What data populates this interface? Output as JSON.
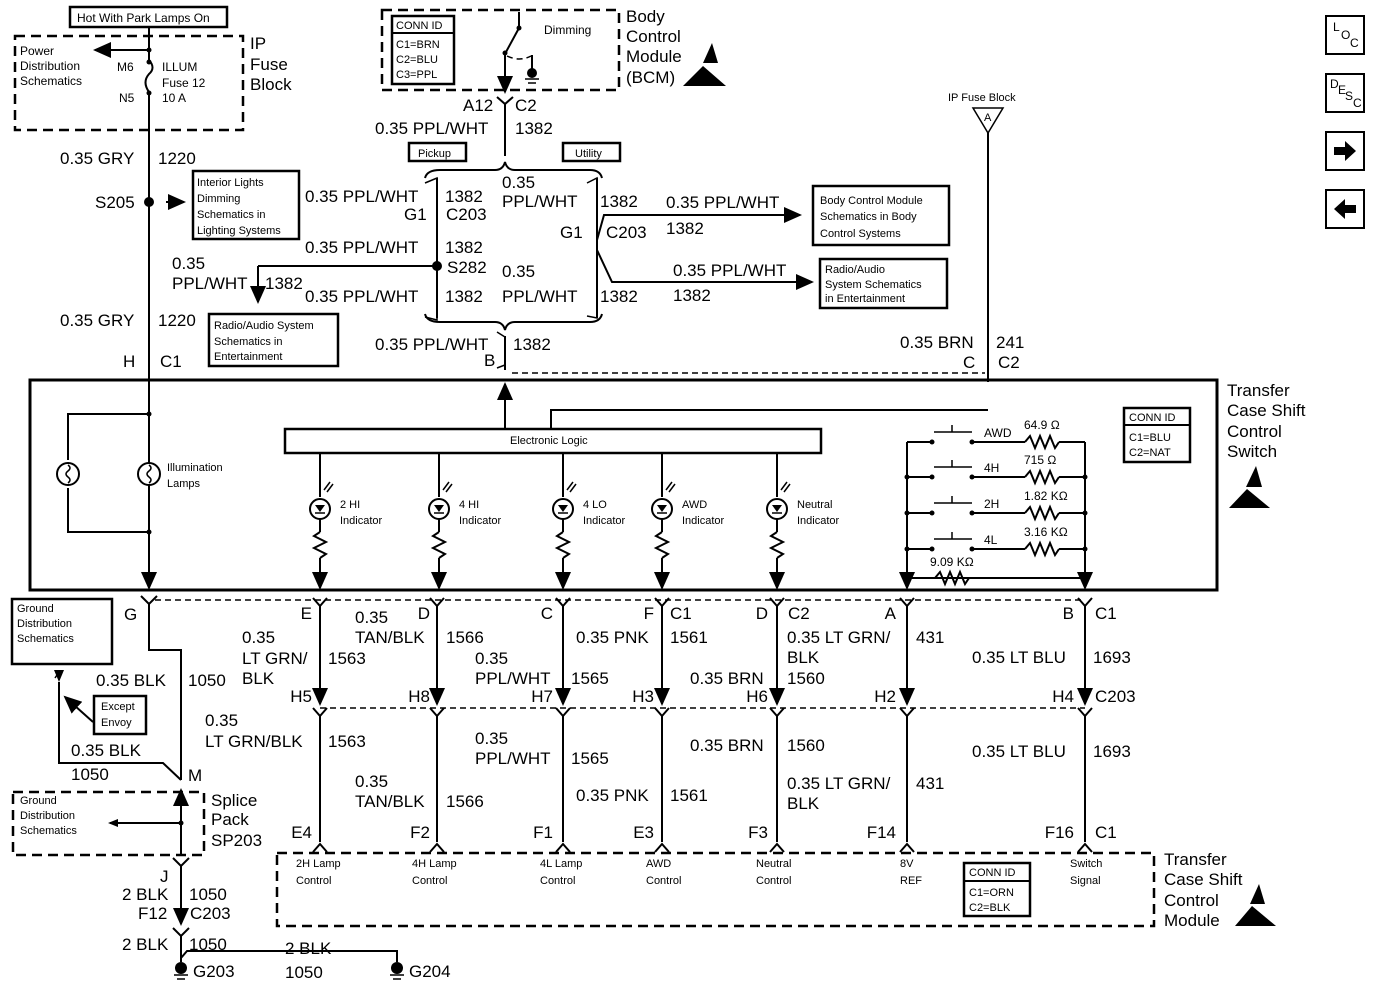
{
  "nav_buttons": {
    "loc": [
      "L",
      "O",
      "C"
    ],
    "desc": [
      "D",
      "E",
      "S",
      "C"
    ],
    "next_icon": "right-arrow-icon",
    "prev_icon": "left-arrow-icon"
  },
  "top_left": {
    "hot_label": "Hot With Park Lamps On",
    "power_dist": [
      "Power",
      "Distribution",
      "Schematics"
    ],
    "fuse_pins": [
      "M6",
      "N5"
    ],
    "fuse_label": [
      "ILLUM",
      "Fuse 12",
      "10 A"
    ],
    "ip_fuse_block": [
      "IP",
      "Fuse",
      "Block"
    ],
    "wire_gry_top": {
      "gauge": "0.35 GRY",
      "circuit": "1220"
    },
    "splice": "S205",
    "interior_lights_ref": [
      "Interior Lights",
      "Dimming",
      "Schematics in",
      "Lighting Systems"
    ],
    "wire_gry_bottom": {
      "gauge": "0.35 GRY",
      "circuit": "1220"
    },
    "conn_h": "H",
    "conn_c1": "C1"
  },
  "bcm": {
    "conn_id_title": "CONN ID",
    "conn_ids": [
      "C1=BRN",
      "C2=BLU",
      "C3=PPL"
    ],
    "dimming": "Dimming",
    "title": [
      "Body",
      "Control",
      "Module",
      "(BCM)"
    ],
    "pin": "A12",
    "conn": "C2",
    "wire": "0.35 PPL/WHT",
    "circuit": "1382",
    "pickup": "Pickup",
    "utility": "Utility"
  },
  "middle_wires": {
    "pickup_top": {
      "gauge": "0.35 PPL/WHT",
      "circuit": "1382",
      "pin": "G1",
      "conn": "C203"
    },
    "pickup_mid": {
      "gauge": "0.35 PPL/WHT",
      "circuit": "1382"
    },
    "splice": "S282",
    "pickup_bottom": {
      "gauge": "0.35 PPL/WHT",
      "circuit": "1382"
    },
    "radio_left_wire": {
      "gauge_line1": "0.35",
      "gauge_line2": "PPL/WHT",
      "circuit": "1382"
    },
    "radio_left_ref": [
      "Radio/Audio System",
      "Schematics in",
      "Entertainment"
    ],
    "utility_top": {
      "gauge_line1": "0.35",
      "gauge_line2": "PPL/WHT",
      "circuit": "1382",
      "pin": "G1",
      "conn": "C203"
    },
    "utility_bottom": {
      "gauge_line1": "0.35",
      "gauge_line2": "PPL/WHT",
      "circuit": "1382"
    },
    "bcm_ref_wire": {
      "gauge": "0.35 PPL/WHT",
      "circuit": "1382"
    },
    "bcm_ref": [
      "Body Control Module",
      "Schematics in Body",
      "Control Systems"
    ],
    "radio_right_wire": {
      "gauge": "0.35 PPL/WHT",
      "circuit": "1382"
    },
    "radio_right_ref": [
      "Radio/Audio",
      "System Schematics",
      "in Entertainment"
    ],
    "switch_input": {
      "gauge": "0.35 PPL/WHT",
      "circuit": "1382",
      "pin": "B"
    },
    "ip_fuse_block_ref": "IP Fuse Block",
    "ip_fuse_letter": "A",
    "brn_wire": {
      "gauge": "0.35 BRN",
      "circuit": "241",
      "pin": "C",
      "conn": "C2"
    }
  },
  "switch_module": {
    "title": [
      "Transfer",
      "Case Shift",
      "Control",
      "Switch"
    ],
    "illumination": [
      "Illumination",
      "Lamps"
    ],
    "electronic_logic": "Electronic Logic",
    "indicators": [
      [
        "2 HI",
        "Indicator"
      ],
      [
        "4 HI",
        "Indicator"
      ],
      [
        "4 LO",
        "Indicator"
      ],
      [
        "AWD",
        "Indicator"
      ],
      [
        "Neutral",
        "Indicator"
      ]
    ],
    "switches": [
      {
        "label": "AWD",
        "resistance": "64.9 Ω"
      },
      {
        "label": "4H",
        "resistance": "715 Ω"
      },
      {
        "label": "2H",
        "resistance": "1.82 KΩ"
      },
      {
        "label": "4L",
        "resistance": "3.16 KΩ"
      }
    ],
    "bottom_resistor": "9.09 KΩ",
    "conn_id_title": "CONN ID",
    "conn_ids": [
      "C1=BLU",
      "C2=NAT"
    ]
  },
  "ground": {
    "pin_g": "G",
    "ground_dist_ref": [
      "Ground",
      "Distribution",
      "Schematics"
    ],
    "wire_a": {
      "gauge": "0.35 BLK",
      "circuit": "1050"
    },
    "except_envoy": [
      "Except",
      "Envoy"
    ],
    "wire_b": {
      "gauge": "0.35 BLK",
      "circuit": "1050"
    },
    "pin_m": "M",
    "splice_ground_ref": [
      "Ground",
      "Distribution",
      "Schematics"
    ],
    "splice_pack": [
      "Splice",
      "Pack",
      "SP203"
    ],
    "pin_j": "J",
    "wire_c": {
      "gauge": "2 BLK",
      "circuit": "1050",
      "pin": "F12",
      "conn": "C203"
    },
    "wire_d": {
      "gauge": "2 BLK",
      "circuit": "1050"
    },
    "wire_e": {
      "gauge": "2 BLK",
      "circuit": "1050"
    },
    "g203": "G203",
    "g204": "G204"
  },
  "harness_top_pins": [
    "E",
    "D",
    "C",
    "F",
    "C1",
    "D",
    "C2",
    "A",
    "B",
    "C1"
  ],
  "harness_mid_pins": [
    "H5",
    "H8",
    "H7",
    "H3",
    "H6",
    "H2",
    "H4",
    "C203"
  ],
  "harness_bottom_pins": [
    "E4",
    "F2",
    "F1",
    "E3",
    "F3",
    "F14",
    "F16",
    "C1"
  ],
  "harness_upper_wires": [
    {
      "gauge": [
        "0.35",
        "LT GRN/",
        "BLK"
      ],
      "circuit": "1563"
    },
    {
      "gauge": [
        "0.35",
        "TAN/BLK"
      ],
      "circuit": "1566"
    },
    {
      "gauge": [
        "0.35",
        "PPL/WHT"
      ],
      "circuit": "1565"
    },
    {
      "gauge": [
        "0.35 PNK"
      ],
      "circuit": "1561"
    },
    {
      "gauge": [
        "0.35 BRN"
      ],
      "circuit": "1560"
    },
    {
      "gauge": [
        "0.35 LT GRN/",
        "BLK"
      ],
      "circuit": "431"
    },
    {
      "gauge": [
        "0.35 LT BLU"
      ],
      "circuit": "1693"
    }
  ],
  "harness_lower_wires": [
    {
      "gauge": [
        "0.35",
        "LT GRN/BLK"
      ],
      "circuit": "1563"
    },
    {
      "gauge": [
        "0.35",
        "TAN/BLK"
      ],
      "circuit": "1566"
    },
    {
      "gauge": [
        "0.35",
        "PPL/WHT"
      ],
      "circuit": "1565"
    },
    {
      "gauge": [
        "0.35 PNK"
      ],
      "circuit": "1561"
    },
    {
      "gauge": [
        "0.35 BRN"
      ],
      "circuit": "1560"
    },
    {
      "gauge": [
        "0.35 LT GRN/",
        "BLK"
      ],
      "circuit": "431"
    },
    {
      "gauge": [
        "0.35 LT BLU"
      ],
      "circuit": "1693"
    }
  ],
  "control_module": {
    "functions": [
      [
        "2H Lamp",
        "Control"
      ],
      [
        "4H Lamp",
        "Control"
      ],
      [
        "4L Lamp",
        "Control"
      ],
      [
        "AWD",
        "Control"
      ],
      [
        "Neutral",
        "Control"
      ],
      [
        "8V",
        "REF"
      ],
      [
        "Switch",
        "Signal"
      ]
    ],
    "conn_id_title": "CONN ID",
    "conn_ids": [
      "C1=ORN",
      "C2=BLK"
    ],
    "title": [
      "Transfer",
      "Case Shift",
      "Control",
      "Module"
    ]
  }
}
